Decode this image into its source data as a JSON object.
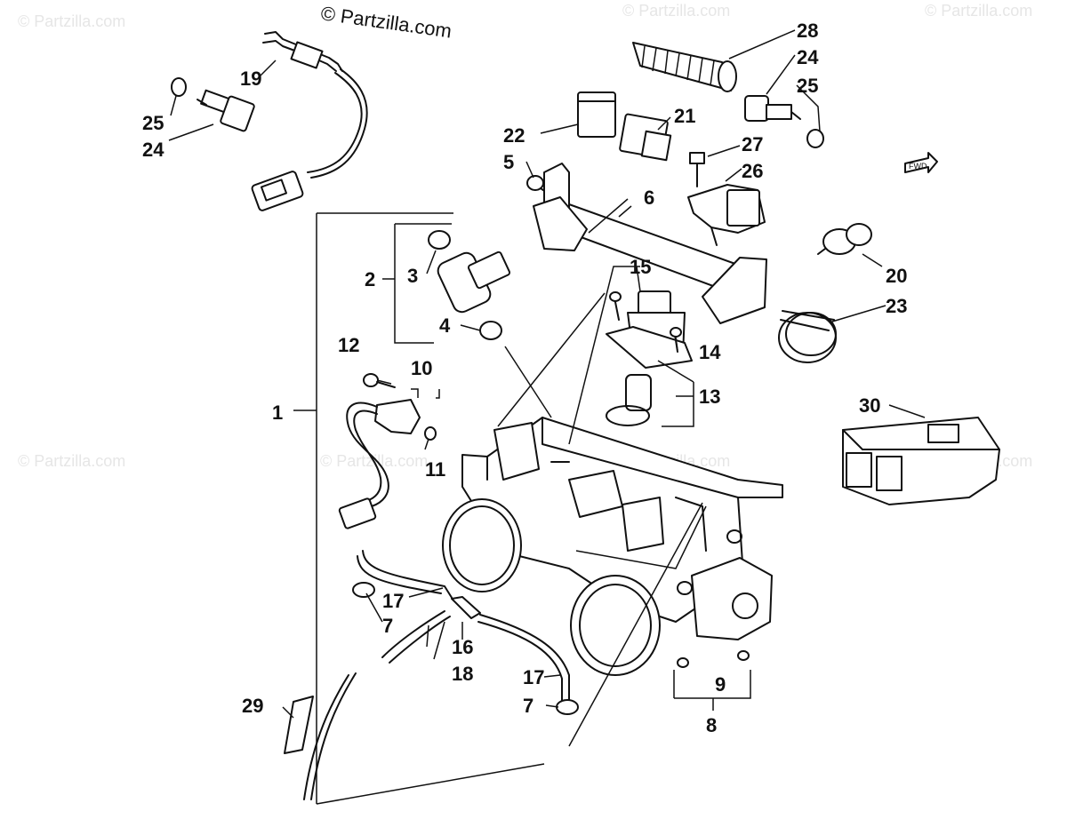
{
  "watermark_main": "© Partzilla.com",
  "watermark_faint": "© Partzilla.com",
  "fwd_label": "FWD",
  "callouts": {
    "c1": "1",
    "c2": "2",
    "c3": "3",
    "c4": "4",
    "c5": "5",
    "c6": "6",
    "c7a": "7",
    "c7b": "7",
    "c8": "8",
    "c9": "9",
    "c10": "10",
    "c11": "11",
    "c12": "12",
    "c13": "13",
    "c14": "14",
    "c15": "15",
    "c16": "16",
    "c17a": "17",
    "c17b": "17",
    "c18": "18",
    "c19": "19",
    "c20": "20",
    "c21": "21",
    "c22": "22",
    "c23": "23",
    "c24a": "24",
    "c24b": "24",
    "c25a": "25",
    "c25b": "25",
    "c26": "26",
    "c27": "27",
    "c28": "28",
    "c29": "29",
    "c30": "30"
  }
}
